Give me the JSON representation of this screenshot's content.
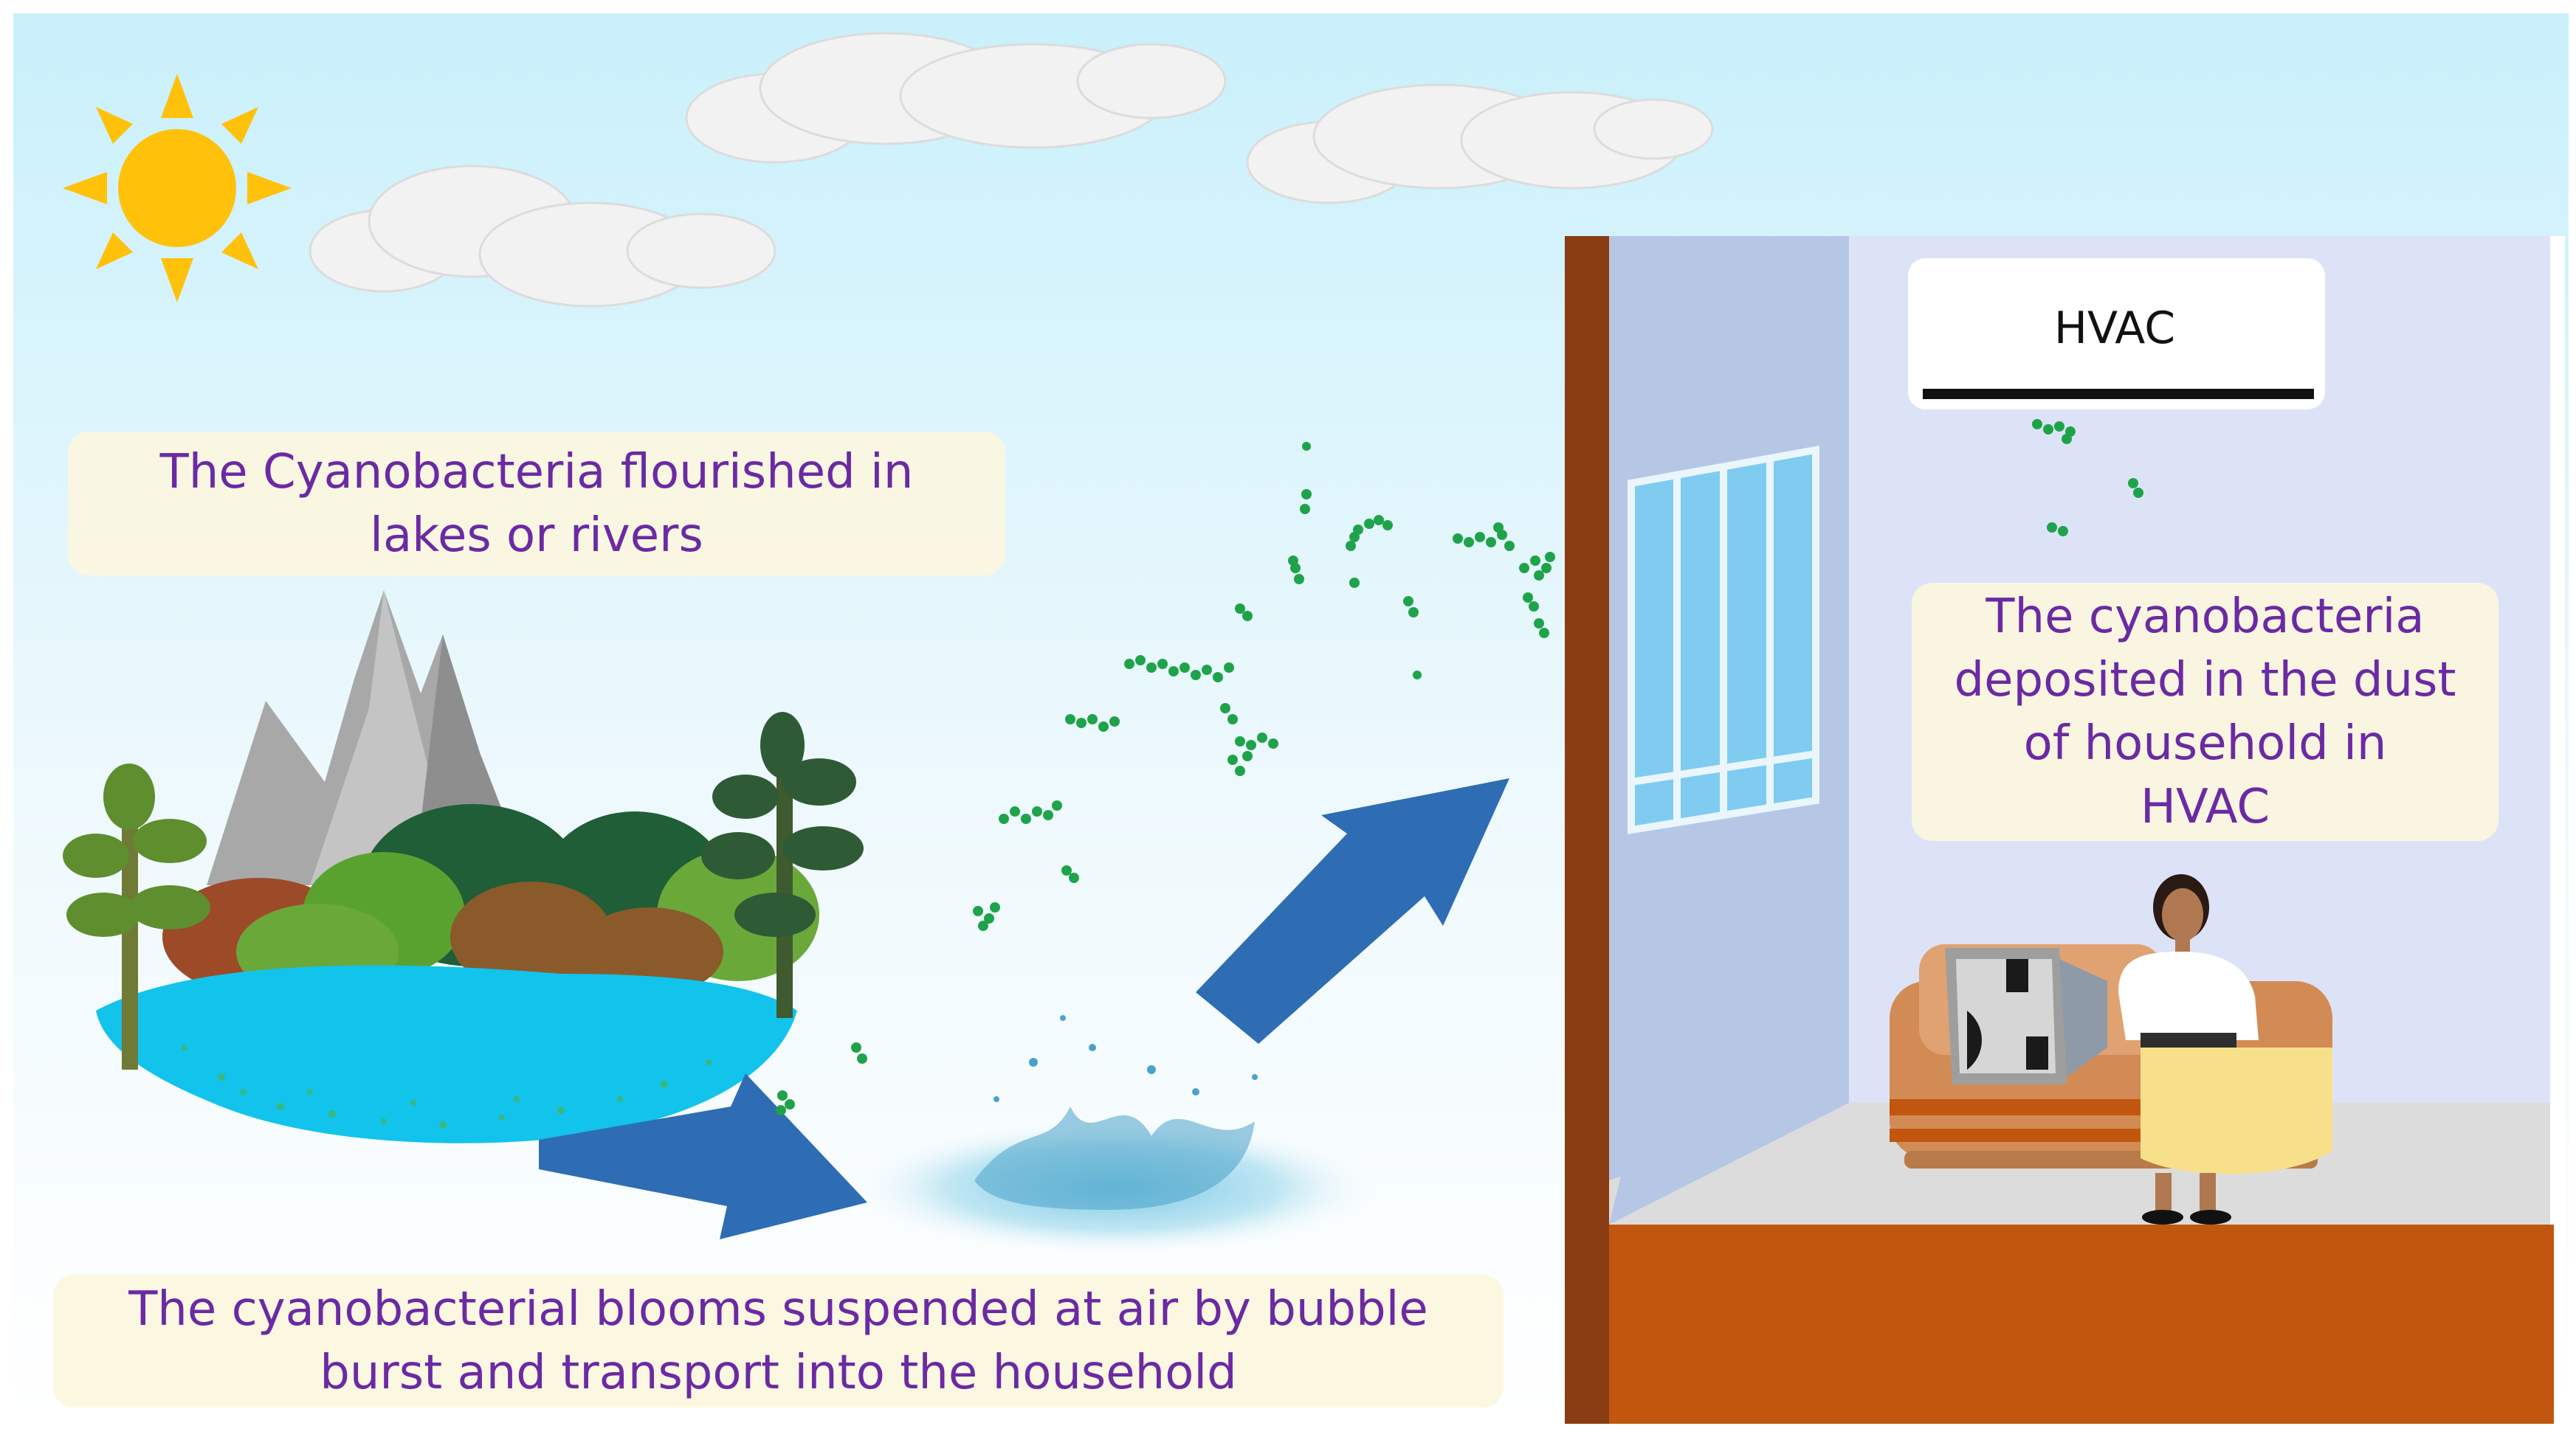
{
  "labels": {
    "lakes": [
      "The Cyanobacteria flourished in",
      "lakes or rivers"
    ],
    "transport": [
      "The cyanobacterial blooms suspended at air by bubble",
      "burst and transport into the household"
    ],
    "deposit": [
      "The cyanobacteria",
      "deposited in the dust",
      "of household in",
      "HVAC"
    ],
    "hvac": "HVAC"
  },
  "colors": {
    "text": "#6b2aa3",
    "arrow": "#2e6db4",
    "lake": "#12c3ec",
    "floor": "#c2560f",
    "wall_frame": "#8a3c12",
    "bacteria": "#1fa34a",
    "sun": "#ffc10a"
  }
}
